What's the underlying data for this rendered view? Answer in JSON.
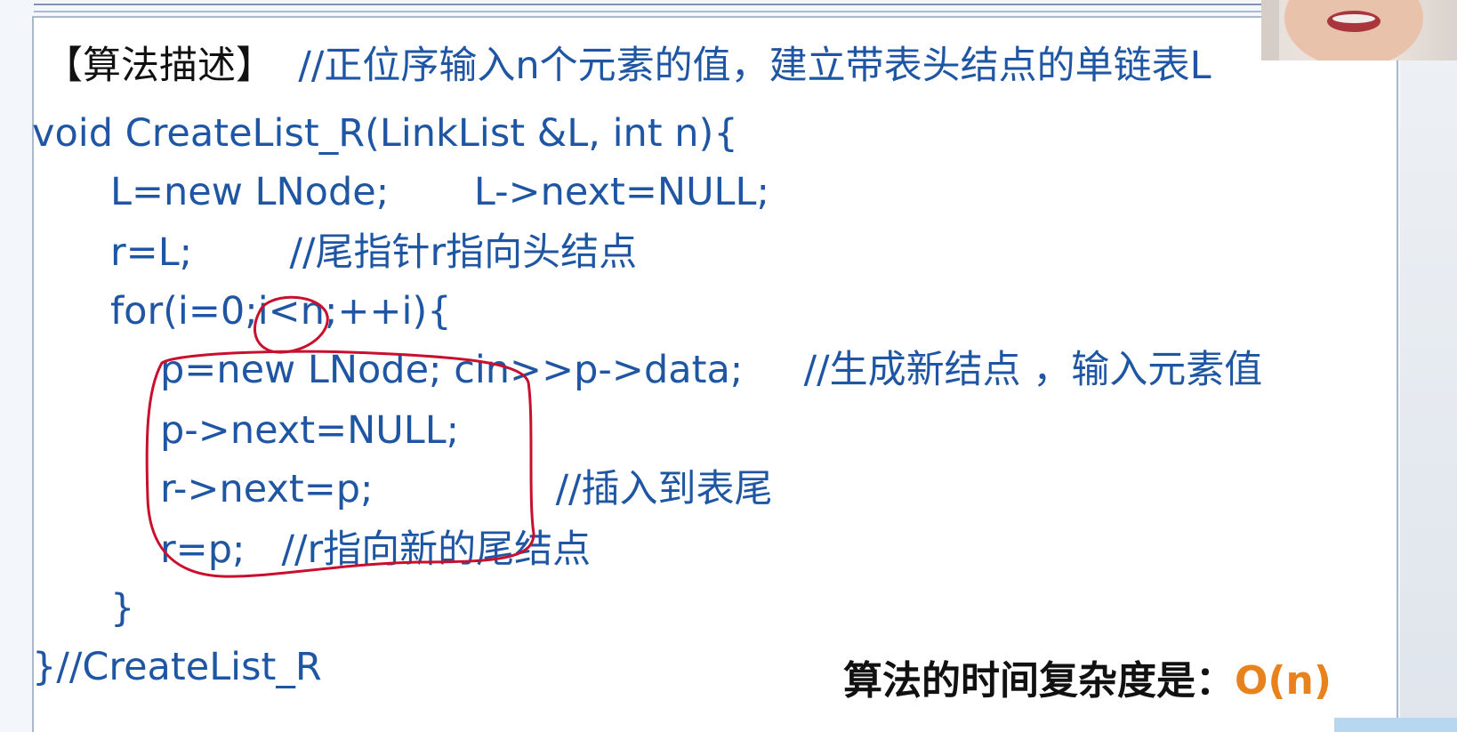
{
  "slide": {
    "heading": {
      "bracket_title": "【算法描述】",
      "comment": "//正位序输入n个元素的值，建立带表头结点的单链表L"
    },
    "code": [
      "void CreateList_R(LinkList &L, int n){",
      "L=new LNode;       L->next=NULL;",
      "r=L;        //尾指针r指向头结点",
      "for(i=0;i<n;++i){",
      "p=new LNode; cin>>p->data;     //生成新结点 ，输入元素值",
      "p->next=NULL;",
      "r->next=p;               //插入到表尾",
      "r=p;   //r指向新的尾结点",
      "}",
      "}//CreateList_R"
    ],
    "complexity": {
      "label": "算法的时间复杂度是：",
      "value": "O(n)"
    }
  },
  "colors": {
    "code_text": "#1f56a3",
    "complexity_value": "#e8821c",
    "annotation_ink": "#c8102e"
  }
}
